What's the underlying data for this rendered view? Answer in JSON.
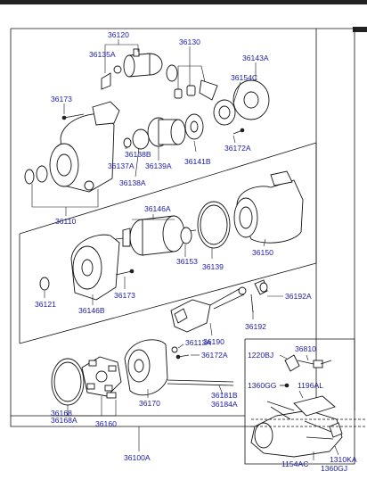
{
  "labels": {
    "l36120": "36120",
    "l36135A": "36135A",
    "l36130": "36130",
    "l36143A": "36143A",
    "l36154C": "36154C",
    "l36173a": "36173",
    "l36137A": "36137A",
    "l36138B": "36138B",
    "l36139A": "36139A",
    "l36141B": "36141B",
    "l36172A": "36172A",
    "l36138A": "36138A",
    "l36110": "36110",
    "l36146A": "36146A",
    "l36153": "36153",
    "l36139": "36139",
    "l36150": "36150",
    "l36173b": "36173",
    "l36121": "36121",
    "l36146B": "36146B",
    "l36192A": "36192A",
    "l36192": "36192",
    "l36190": "36190",
    "l36113A": "36113A",
    "l36172Ab": "36172A",
    "l36810": "36810",
    "l1220BJ": "1220BJ",
    "l1360GG": "1360GG",
    "l1196AL": "1196AL",
    "l36181B": "36181B",
    "l36184A": "36184A",
    "l36170": "36170",
    "l36168": "36168",
    "l36168A": "36168A",
    "l36160": "36160",
    "l36100A": "36100A",
    "l1154AC": "1154AC",
    "l1360GJ": "1360GJ",
    "l1310KA": "1310KA"
  },
  "colors": {
    "label": "#1a1aa6",
    "line": "#111111"
  }
}
